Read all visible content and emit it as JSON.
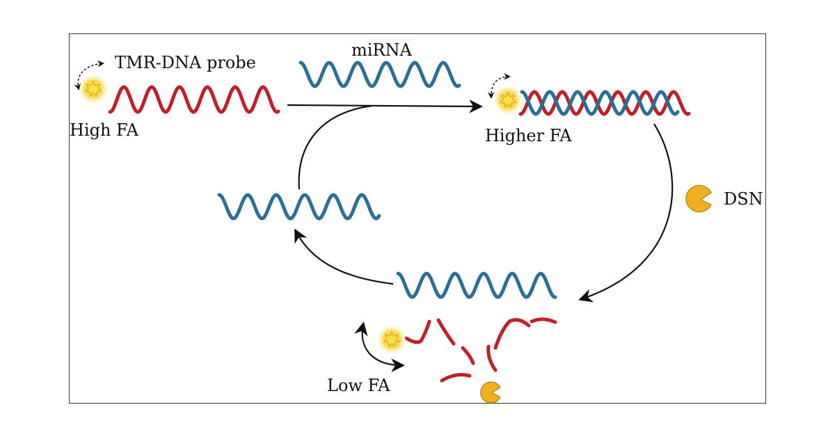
{
  "labels": {
    "probe": "TMR-DNA probe",
    "high_fa": "High FA",
    "mirna": "miRNA",
    "higher_fa": "Higher FA",
    "dsn": "DSN",
    "low_fa": "Low FA"
  },
  "colors": {
    "dna_probe": "#c0202a",
    "mirna": "#2a6f95",
    "fluorophore": "#f5c518",
    "dsn_enzyme": "#f0b020",
    "arrow": "#111111"
  },
  "icons": [
    "fluorophore-star-icon",
    "dsn-enzyme-pacman-icon"
  ]
}
